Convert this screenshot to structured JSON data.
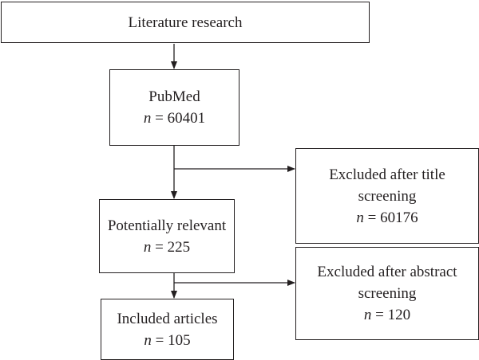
{
  "flowchart": {
    "literature": {
      "label": "Literature research"
    },
    "pubmed": {
      "label": "PubMed",
      "n_prefix": "n",
      "n_value": "= 60401"
    },
    "potentially_relevant": {
      "label": "Potentially relevant",
      "n_prefix": "n",
      "n_value": "= 225"
    },
    "included": {
      "label": "Included articles",
      "n_prefix": "n",
      "n_value": "= 105"
    },
    "excluded_title": {
      "label_line1": "Excluded after title",
      "label_line2": "screening",
      "n_prefix": "n",
      "n_value": "= 60176"
    },
    "excluded_abstract": {
      "label_line1": "Excluded after abstract",
      "label_line2": "screening",
      "n_prefix": "n",
      "n_value": "= 120"
    }
  },
  "colors": {
    "stroke": "#231f20",
    "background": "#ffffff"
  }
}
